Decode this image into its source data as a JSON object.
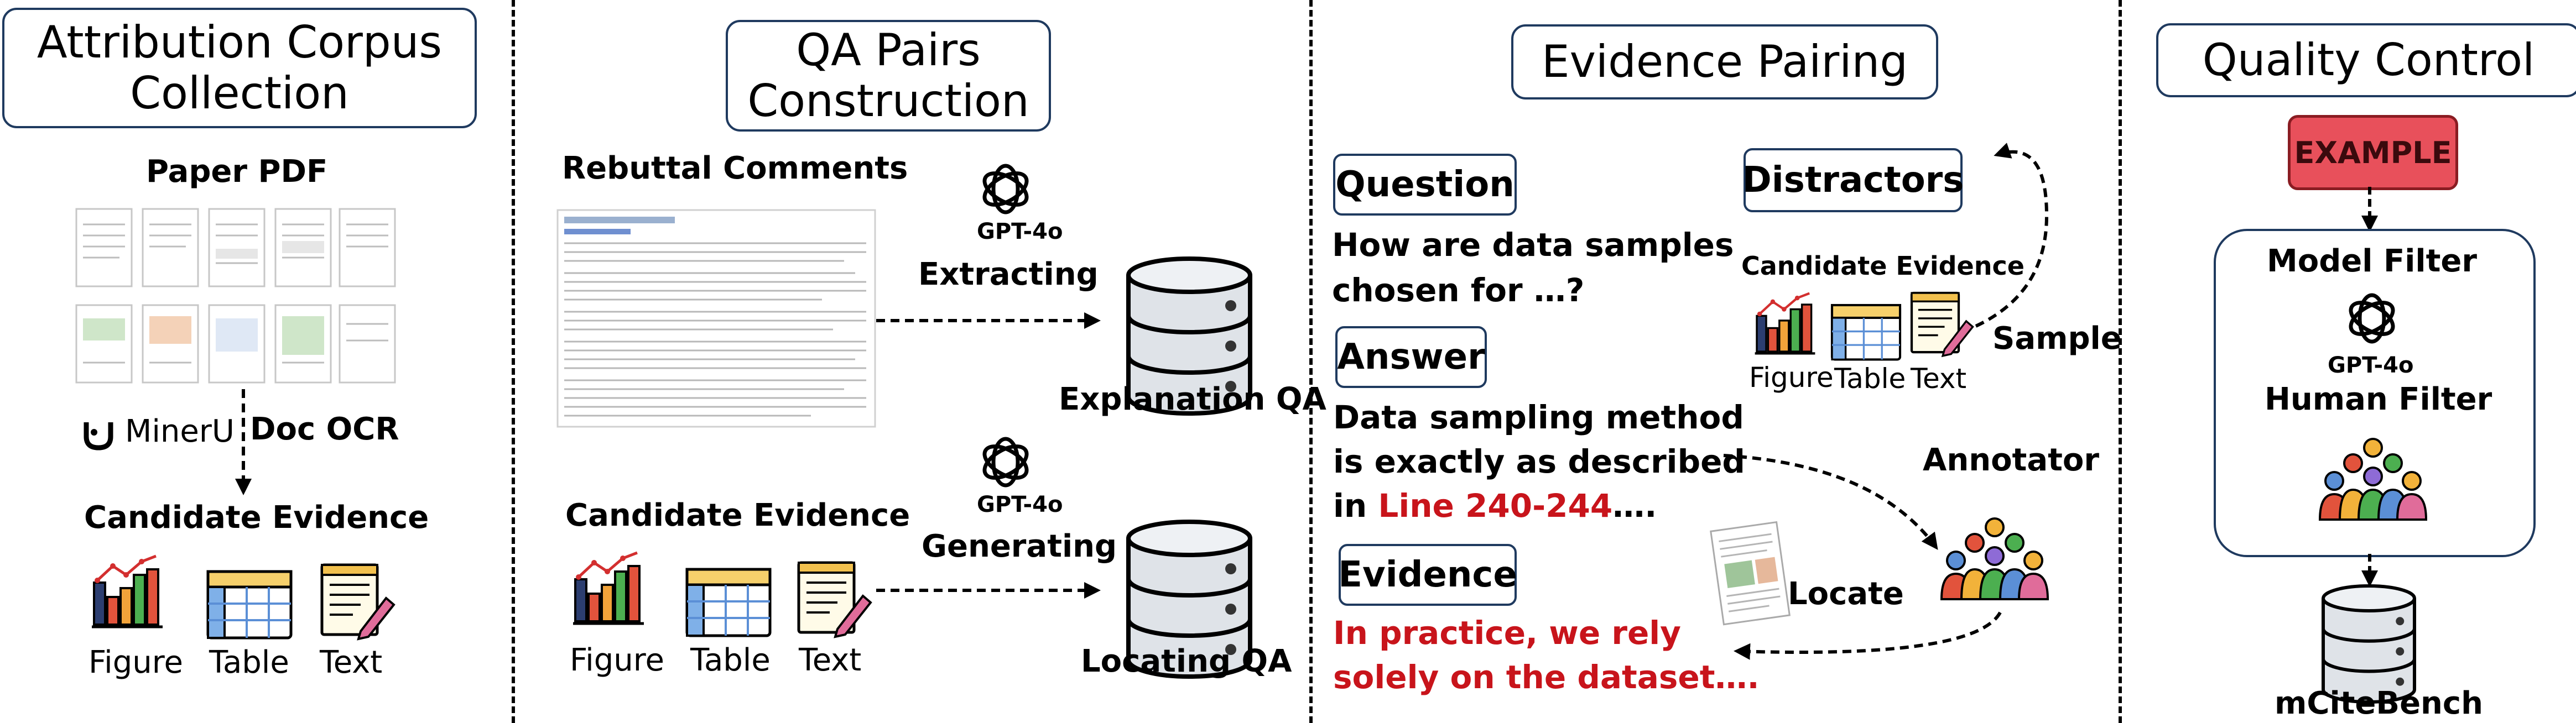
{
  "sections": {
    "s1": {
      "title": "Attribution Corpus\nCollection",
      "paper_pdf": "Paper PDF",
      "mineru": "MinerU",
      "doc_ocr": "Doc OCR",
      "candidate_evidence": "Candidate Evidence",
      "figure": "Figure",
      "table": "Table",
      "text": "Text"
    },
    "s2": {
      "title": "QA Pairs\nConstruction",
      "rebuttal_comments": "Rebuttal Comments",
      "gpt_top": "GPT-4o",
      "extracting": "Extracting",
      "explanation_qa": "Explanation QA",
      "candidate_evidence": "Candidate Evidence",
      "figure": "Figure",
      "table": "Table",
      "text": "Text",
      "gpt_bottom": "GPT-4o",
      "generating": "Generating",
      "locating_qa": "Locating QA"
    },
    "s3": {
      "title": "Evidence Pairing",
      "question_label": "Question",
      "question_line1": "How are data samples",
      "question_line2": "chosen for …?",
      "answer_label": "Answer",
      "answer_line1": "Data sampling method",
      "answer_line2": "is exactly as described",
      "answer_line3_prefix": "in ",
      "answer_line3_red": "Line 240-244",
      "answer_line3_suffix": "….",
      "evidence_label": "Evidence",
      "evidence_line1": "In practice, we rely",
      "evidence_line2": "solely on the dataset….",
      "distractors": "Distractors",
      "candidate_evidence": "Candidate Evidence",
      "figure": "Figure",
      "table": "Table",
      "text": "Text",
      "sample": "Sample",
      "annotator": "Annotator",
      "locate": "Locate"
    },
    "s4": {
      "title": "Quality Control",
      "example": "EXAMPLE",
      "model_filter": "Model Filter",
      "gpt": "GPT-4o",
      "human_filter": "Human Filter",
      "mcitebench": "mCiteBench"
    }
  },
  "colors": {
    "border": "#1f3a5f",
    "red_text": "#c8141b",
    "example_fill": "#e8505b",
    "db_fill": "#dfe3e8"
  }
}
